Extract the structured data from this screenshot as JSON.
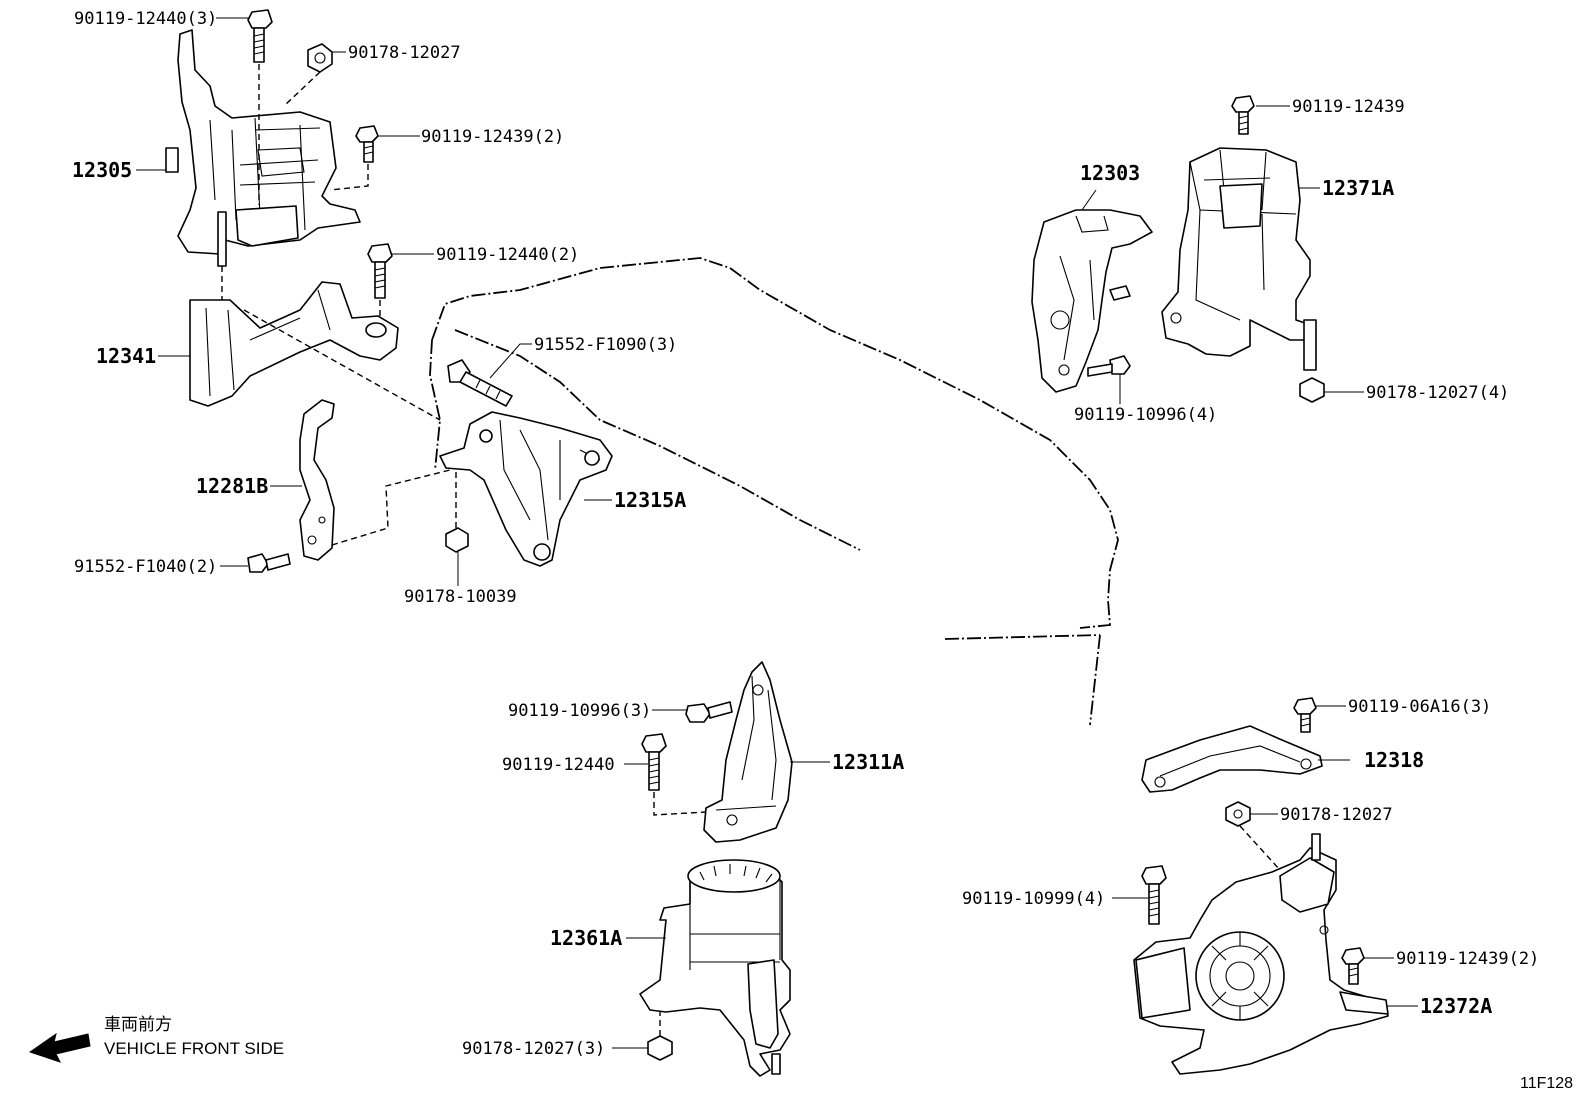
{
  "labels": {
    "b_12440_3": "90119-12440(3)",
    "b_12027_top": "90178-12027",
    "b_12439_2_top": "90119-12439(2)",
    "p_12305": "12305",
    "b_12440_2": "90119-12440(2)",
    "p_12341": "12341",
    "b_f1090_3": "91552-F1090(3)",
    "p_12281b": "12281B",
    "p_12315a": "12315A",
    "b_f1040_2": "91552-F1040(2)",
    "b_10039": "90178-10039",
    "b_12439_tr": "90119-12439",
    "p_12303": "12303",
    "p_12371a": "12371A",
    "b_10996_4": "90119-10996(4)",
    "b_12027_4": "90178-12027(4)",
    "b_10996_3": "90119-10996(3)",
    "b_12440_mid": "90119-12440",
    "p_12311a": "12311A",
    "p_12361a": "12361A",
    "b_12027_3": "90178-12027(3)",
    "b_06a16_3": "90119-06A16(3)",
    "p_12318": "12318",
    "b_12027_br": "90178-12027",
    "b_10999_4": "90119-10999(4)",
    "b_12439_2_br": "90119-12439(2)",
    "p_12372a": "12372A"
  },
  "direction": {
    "japanese": "車両前方",
    "english": "VEHICLE FRONT SIDE"
  },
  "figure_code": "11F128"
}
